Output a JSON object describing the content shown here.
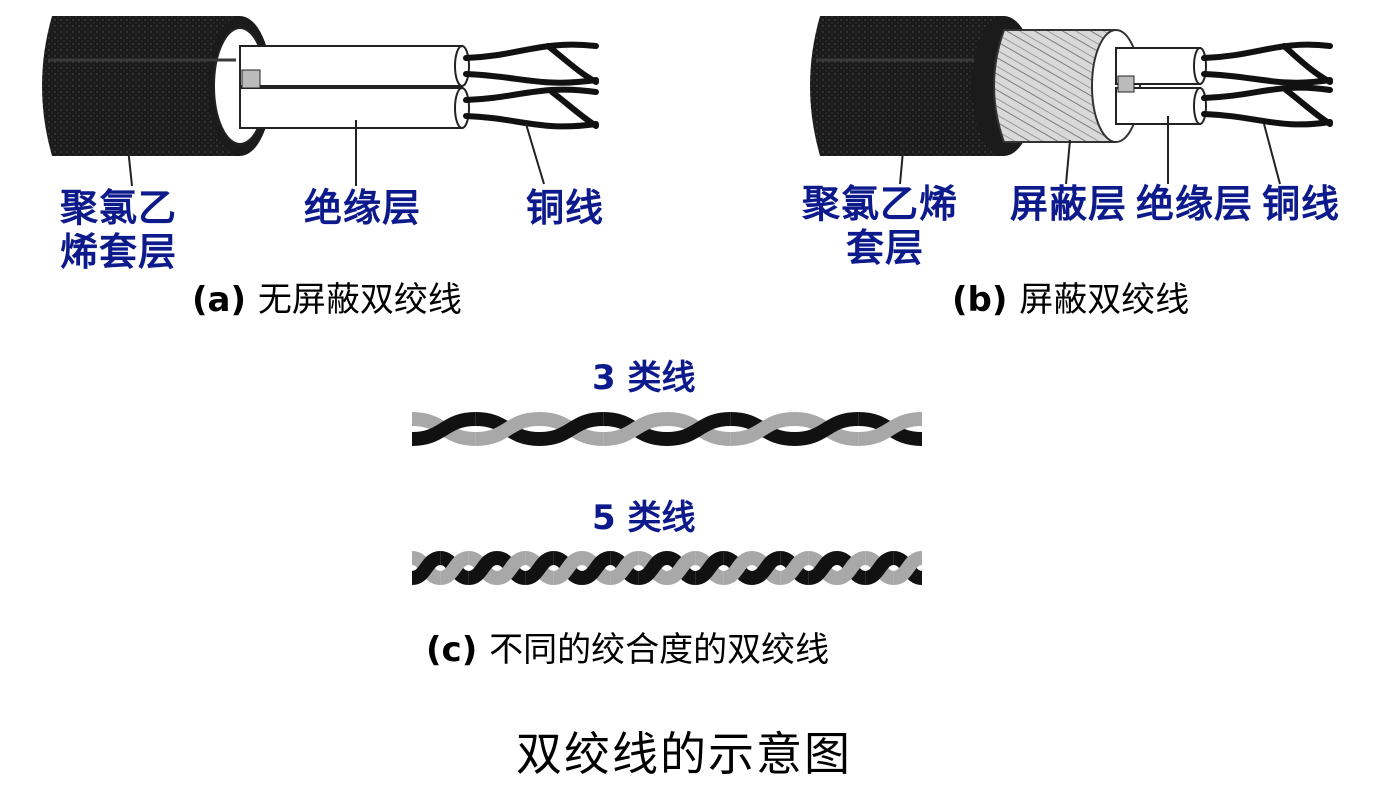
{
  "panel_a": {
    "labels": {
      "jacket": "聚氯乙烯套层",
      "jacket_line1": "聚氯乙",
      "jacket_line2": "烯套层",
      "insulation": "绝缘层",
      "copper": "铜线"
    },
    "caption_prefix": "(a)",
    "caption_text": "无屏蔽双绞线"
  },
  "panel_b": {
    "labels": {
      "jacket_line1": "聚氯乙烯",
      "jacket_line2": "套层",
      "shield": "屏蔽层",
      "insulation": "绝缘层",
      "copper": "铜线"
    },
    "caption_prefix": "(b)",
    "caption_text": "屏蔽双绞线"
  },
  "panel_c": {
    "cat3_label": "3 类线",
    "cat5_label": "5 类线",
    "caption_prefix": "(c)",
    "caption_text": "不同的绞合度的双绞线"
  },
  "title": "双绞线的示意图",
  "colors": {
    "label_blue": "#0d1a8c",
    "jacket": "#1b1b1b",
    "strand_light": "#a8a8a8",
    "strand_dark": "#111111"
  },
  "twist": {
    "cat3_half_twists": 8,
    "cat5_half_twists": 18
  }
}
